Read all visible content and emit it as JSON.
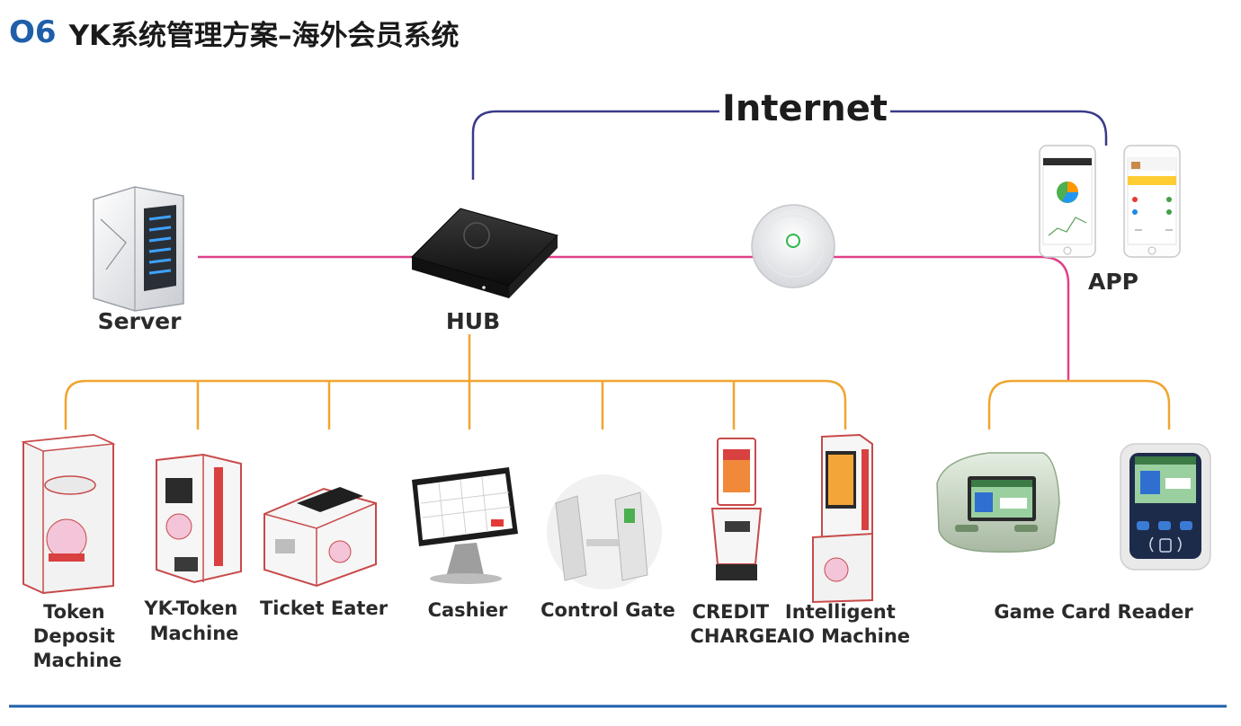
{
  "header": {
    "number": "O6",
    "title": "YK系统管理方案–海外会员系统"
  },
  "network": {
    "internet": "Internet"
  },
  "nodes": {
    "server": "Server",
    "hub": "HUB",
    "app": "APP"
  },
  "devices": {
    "token_deposit": [
      "Token",
      "Deposit",
      "Machine"
    ],
    "yk_token": [
      "YK-Token",
      "Machine"
    ],
    "ticket_eater": "Ticket Eater",
    "cashier": "Cashier",
    "control_gate": "Control Gate",
    "credit_charge": [
      "CREDIT",
      "CHARGE"
    ],
    "intelligent_aio": [
      "Intelligent",
      "AIO Machine"
    ],
    "game_card_reader": "Game Card Reader"
  },
  "colors": {
    "internet_line": "#3a3a8c",
    "lan_line": "#e0418c",
    "device_line": "#f0a531",
    "footer_line": "#1f5fa9",
    "title_accent": "#1f5fa9"
  }
}
